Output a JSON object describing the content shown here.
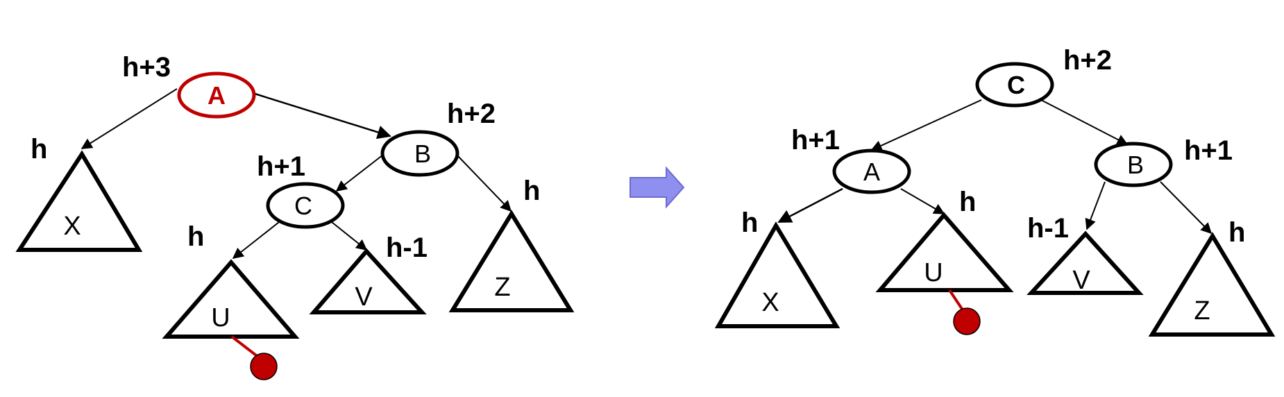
{
  "before": {
    "nodes": {
      "A": {
        "label": "A",
        "height": "h+3"
      },
      "B": {
        "label": "B",
        "height": "h+2"
      },
      "C": {
        "label": "C",
        "height": "h+1"
      }
    },
    "subtrees": {
      "X": {
        "label": "X",
        "height": "h"
      },
      "U": {
        "label": "U",
        "height": "h"
      },
      "V": {
        "label": "V",
        "height": "h-1"
      },
      "Z": {
        "label": "Z",
        "height": "h"
      }
    }
  },
  "after": {
    "nodes": {
      "C": {
        "label": "C",
        "height": "h+2"
      },
      "A": {
        "label": "A",
        "height": "h+1"
      },
      "B": {
        "label": "B",
        "height": "h+1"
      }
    },
    "subtrees": {
      "X": {
        "label": "X",
        "height": "h"
      },
      "U": {
        "label": "U",
        "height": "h"
      },
      "V": {
        "label": "V",
        "height": "h-1"
      },
      "Z": {
        "label": "Z",
        "height": "h"
      }
    }
  },
  "colors": {
    "highlight": "#c00000",
    "arrow": "#8f8fef"
  }
}
